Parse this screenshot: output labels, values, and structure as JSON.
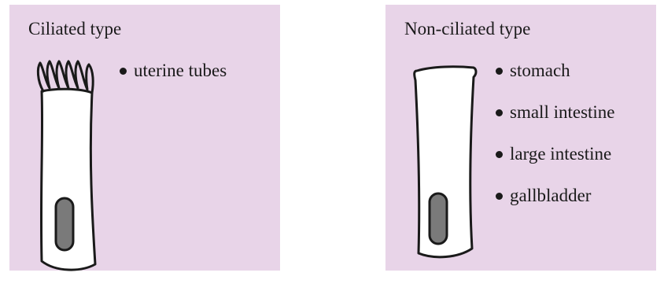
{
  "panels": {
    "left": {
      "title": "Ciliated type",
      "cell_type": "ciliated",
      "locations": [
        "uterine tubes"
      ]
    },
    "right": {
      "title": "Non-ciliated type",
      "cell_type": "non-ciliated",
      "locations": [
        "stomach",
        "small intestine",
        "large intestine",
        "gallbladder"
      ]
    }
  },
  "colors": {
    "panel_background": "#e8d4e8",
    "cell_fill": "#ffffff",
    "cell_outline": "#1a1a1a",
    "nucleus_fill": "#7a7a7a",
    "text": "#1a1a1a"
  }
}
